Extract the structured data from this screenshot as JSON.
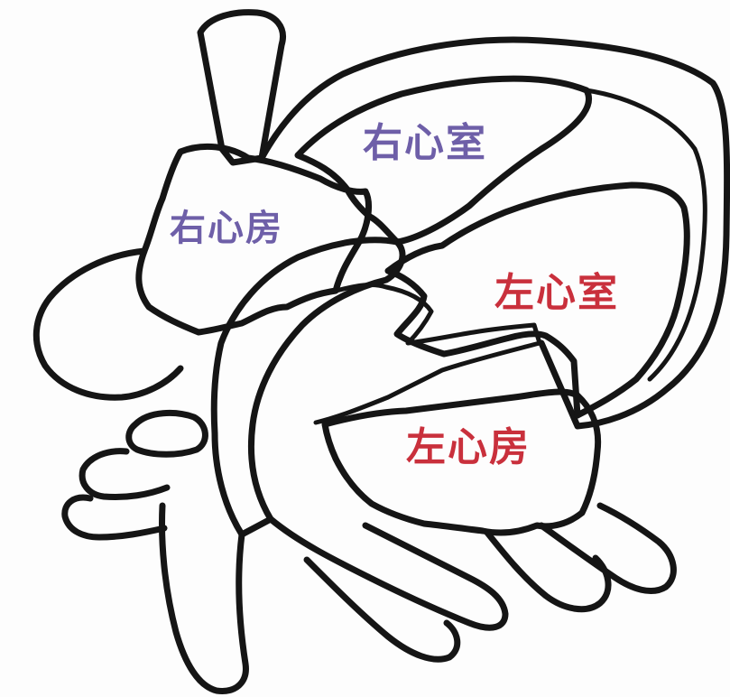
{
  "labels": {
    "right_ventricle": "右心室",
    "right_atrium": "右心房",
    "left_ventricle": "左心室",
    "left_atrium": "左心房"
  },
  "colors": {
    "right_side": "#6e5fa8",
    "left_side": "#c9303c",
    "outline": "#151515",
    "background": "#fdfdfd"
  }
}
